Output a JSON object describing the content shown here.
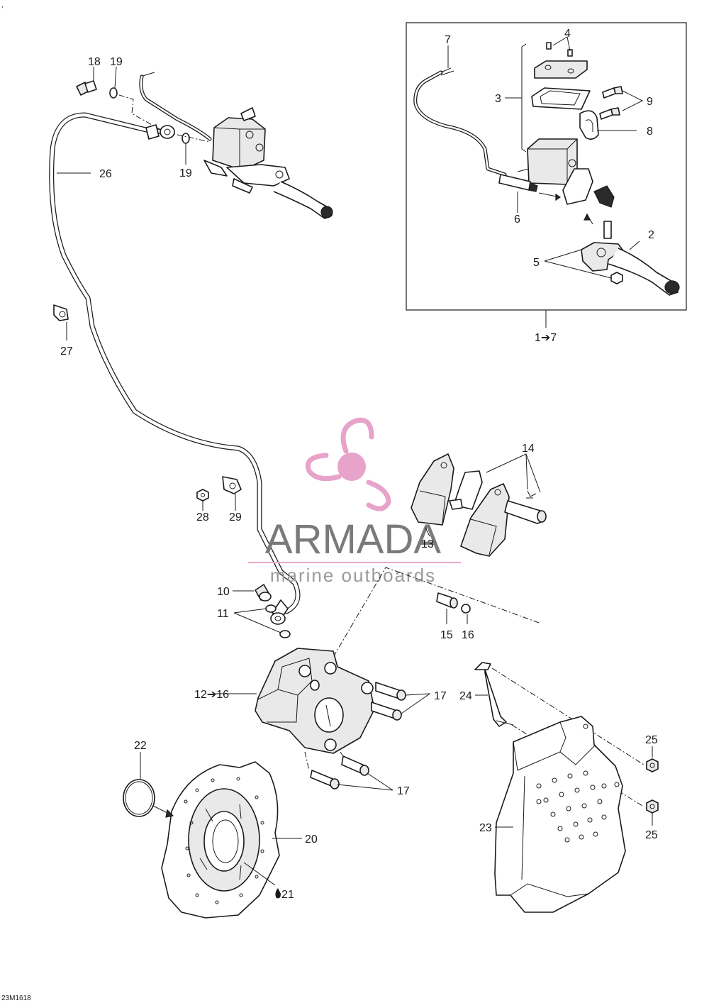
{
  "doc_code": "23M1618",
  "top_mark": ",",
  "inset_ref": "1➔7",
  "watermark": {
    "brand": "ARMADA",
    "tagline": "marine outboards",
    "accent_color": "#e7a3c9",
    "text_color": "#7a7a7a"
  },
  "callouts": {
    "c2": "2",
    "c3": "3",
    "c4": "4",
    "c5": "5",
    "c6": "6",
    "c7": "7",
    "c8": "8",
    "c9": "9",
    "c10": "10",
    "c11": "11",
    "c12": "12➔16",
    "c13": "13",
    "c14": "14",
    "c15": "15",
    "c16": "16",
    "c17a": "17",
    "c17b": "17",
    "c18": "18",
    "c19a": "19",
    "c19b": "19",
    "c20": "20",
    "c21": "21",
    "c22": "22",
    "c23": "23",
    "c24": "24",
    "c25a": "25",
    "c25b": "25",
    "c26": "26",
    "c27": "27",
    "c28": "28",
    "c29": "29"
  }
}
